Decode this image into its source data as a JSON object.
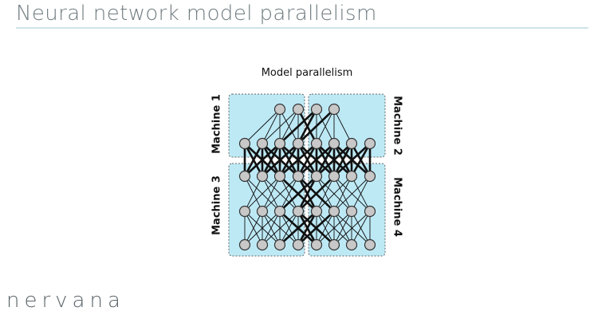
{
  "slide": {
    "title": "Neural network model parallelism",
    "brand": "nervana"
  },
  "diagram": {
    "caption": "Model parallelism",
    "machines": [
      {
        "id": "m1",
        "label": "Machine 1"
      },
      {
        "id": "m2",
        "label": "Machine 2"
      },
      {
        "id": "m3",
        "label": "Machine 3"
      },
      {
        "id": "m4",
        "label": "Machine 4"
      }
    ],
    "layers": [
      4,
      8,
      8,
      8,
      8
    ],
    "colors": {
      "machine_fill": "#bde9f5",
      "machine_border": "#666666",
      "node_fill": "#c8c8c8",
      "node_stroke": "#333333",
      "edge": "#111111"
    }
  }
}
